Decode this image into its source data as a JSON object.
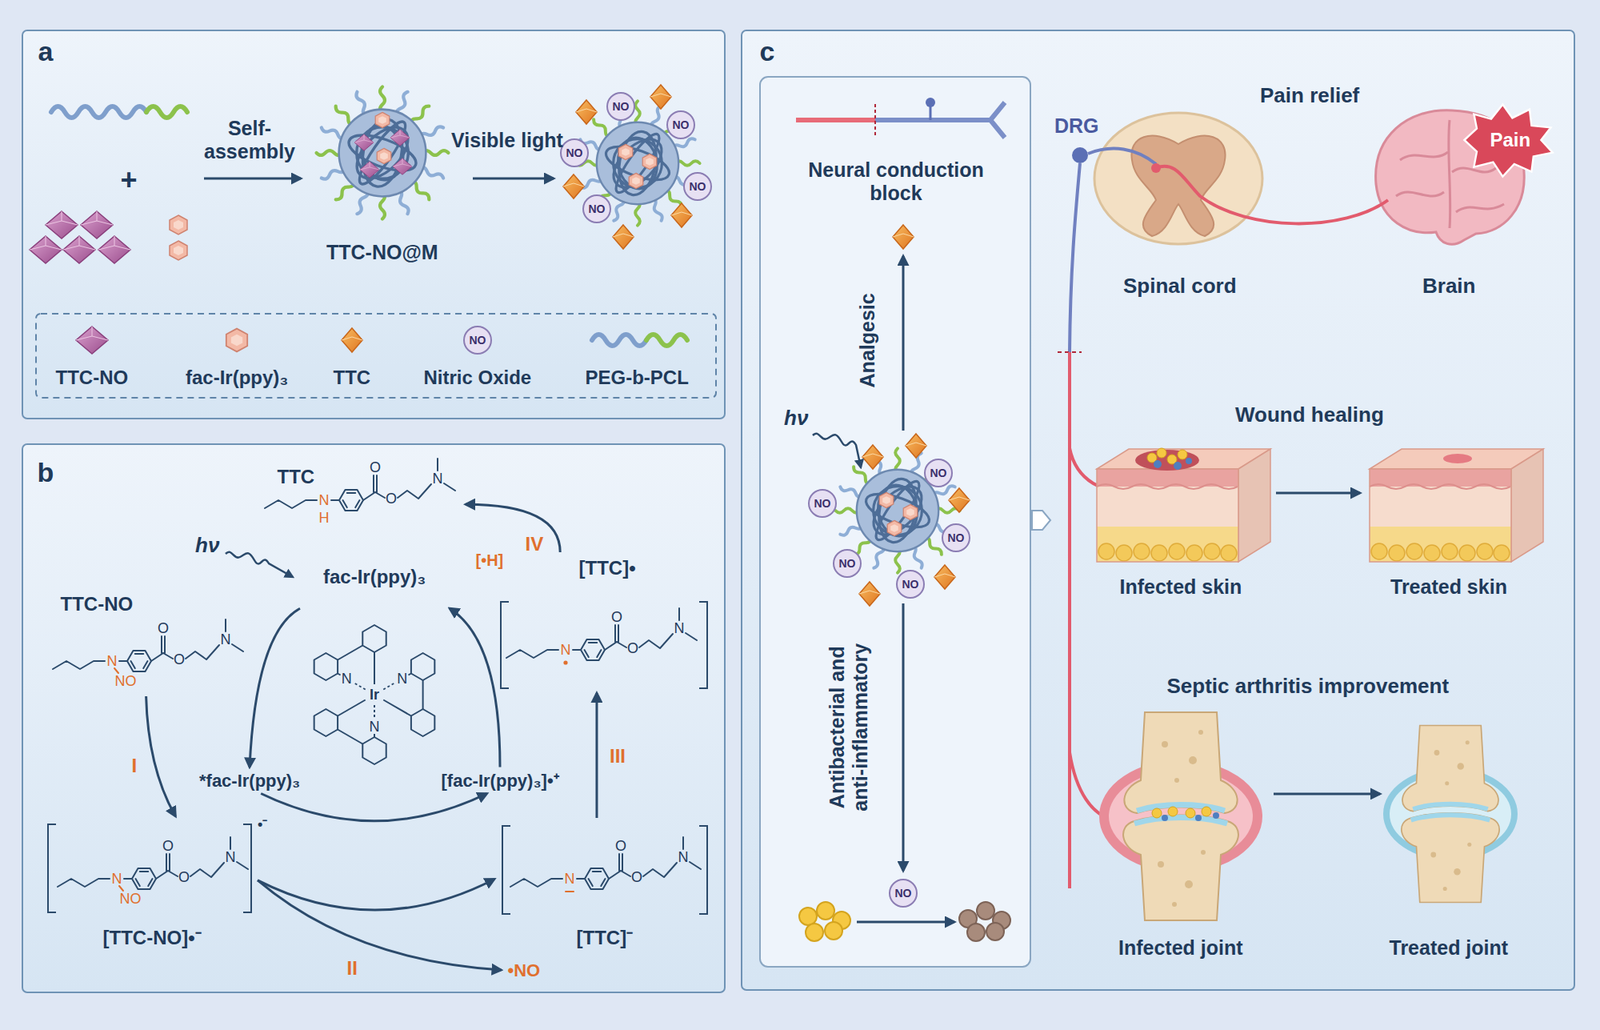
{
  "diagram": {
    "nodes": [
      {
        "text": [
          "a"
        ]
      },
      {
        "text": [
          "b"
        ]
      },
      {
        "text": [
          "TTC"
        ],
        "in": 1
      },
      {
        "text": [
          "TTC-NO"
        ],
        "in": 1
      },
      {
        "text": [
          "fac-Ir(ppy)₃"
        ],
        "in": 1
      },
      {
        "text": [
          "[TTC]•"
        ],
        "in": 1
      },
      {
        "text": [
          "[TTC-NO]•⁻"
        ],
        "in": 1
      },
      {
        "text": [
          "*fac-Ir(ppy)₃"
        ],
        "in": 1
      },
      {
        "text": [
          "[fac-Ir(ppy)₃]•⁺"
        ],
        "in": 1
      },
      {
        "text": [
          "[TTC]⁻"
        ],
        "in": 1
      },
      {
        "text": [
          "•NO"
        ],
        "in": 1
      },
      {
        "text": [
          "c"
        ]
      },
      {
        "text": [
          "Infected skin"
        ],
        "in": 11
      },
      {
        "text": [
          "Treated skin"
        ],
        "in": 11
      },
      {
        "text": [
          "Infected joint"
        ],
        "in": 11
      },
      {
        "text": [
          "Treated joint"
        ],
        "in": 11
      }
    ],
    "edges": [
      {
        "from": 3,
        "to": 6,
        "label": "I",
        "arrow": "to"
      },
      {
        "from": 6,
        "to": 9,
        "label": "II",
        "arrow": "to"
      },
      {
        "from": 6,
        "to": 10,
        "arrow": "to"
      },
      {
        "from": 9,
        "to": 5,
        "label": "III",
        "arrow": "to"
      },
      {
        "from": 5,
        "to": 2,
        "label": "IV",
        "arrow": "to"
      },
      {
        "from": 4,
        "to": 7,
        "arrow": "to"
      },
      {
        "from": 7,
        "to": 8,
        "arrow": "to"
      },
      {
        "from": 8,
        "to": 4,
        "arrow": "to"
      },
      {
        "from": 12,
        "to": 13,
        "arrow": "to"
      },
      {
        "from": 14,
        "to": 15,
        "arrow": "to"
      }
    ],
    "labels": [
      "+",
      "Self-assembly",
      "TTC-NO@M",
      "Visible light",
      "NO",
      "NO",
      "NO",
      "NO",
      "NO",
      "NO",
      "hν",
      "[•H]",
      "•⁻",
      "N",
      "H",
      "O",
      "O",
      "N",
      "N",
      "NO",
      "O",
      "O",
      "N",
      "N",
      "O",
      "O",
      "N",
      "N",
      "N",
      "N",
      "Ir",
      "N",
      "NO",
      "O",
      "O",
      "N",
      "N",
      "O",
      "O",
      "N",
      "Neural conduction block",
      "Analgesic",
      "hν",
      "NO",
      "NO",
      "NO",
      "NO",
      "NO",
      "Antibacterial and anti-inflammatory",
      "NO",
      "Pain relief",
      "DRG",
      "Spinal cord",
      "Pain",
      "Brain",
      "Wound healing",
      "Septic arthritis improvement"
    ],
    "legend": [
      {
        "text": "TTC-NO"
      },
      {
        "text": "fac-Ir(ppy)₃"
      },
      {
        "text": "TTC"
      },
      {
        "text": "Nitric Oxide"
      },
      {
        "text": "PEG-b-PCL"
      }
    ]
  }
}
